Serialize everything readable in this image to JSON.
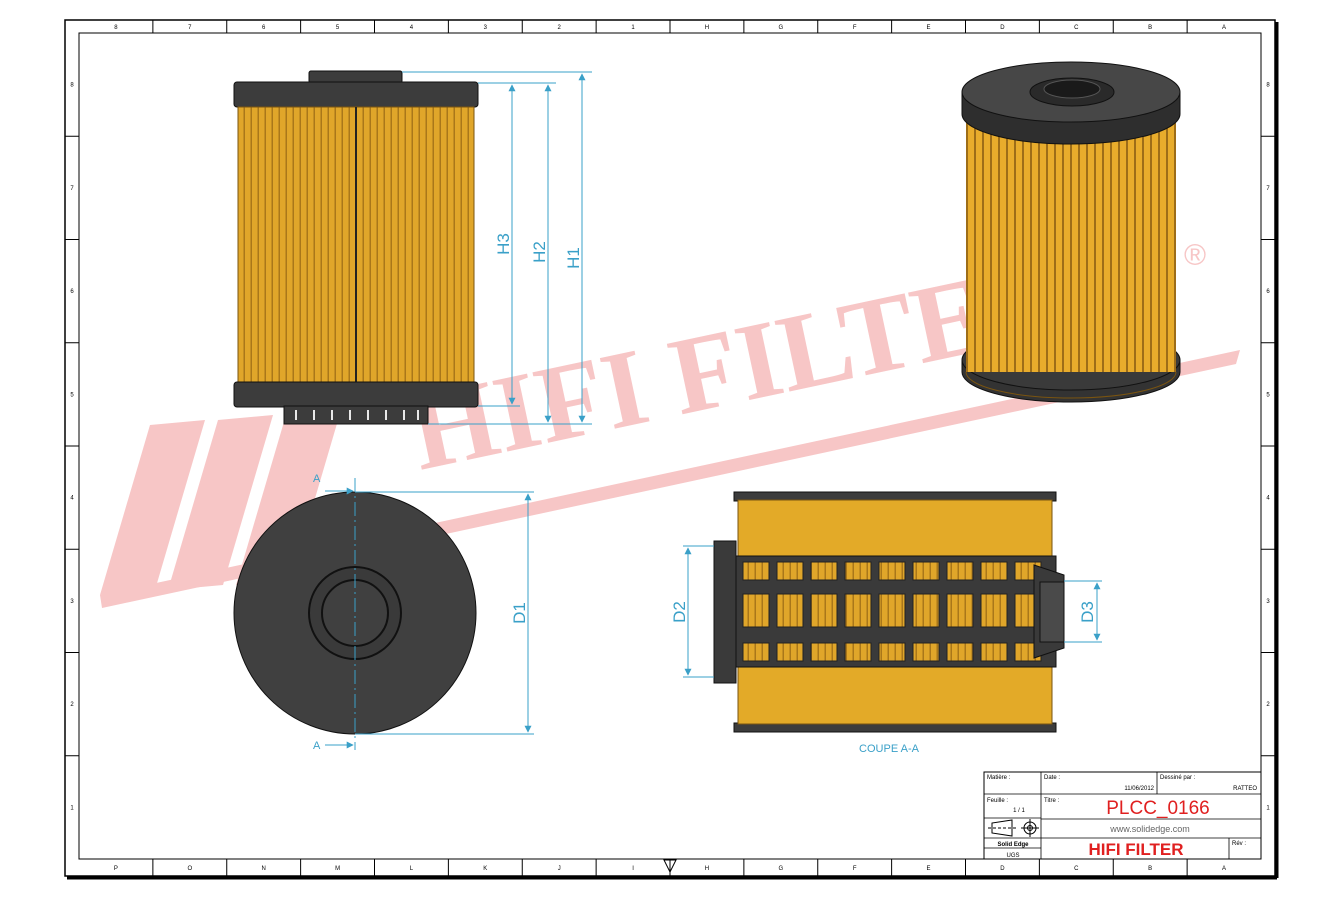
{
  "watermark": {
    "brand": "HIFI FILTER",
    "registered_mark": "®"
  },
  "dimensions": {
    "h1": "H1",
    "h2": "H2",
    "h3": "H3",
    "d1": "D1",
    "d2": "D2",
    "d3": "D3"
  },
  "section": {
    "marker": "A",
    "view_title": "COUPE A-A"
  },
  "border": {
    "top_labels": [
      "8",
      "7",
      "6",
      "5",
      "4",
      "3",
      "2",
      "1",
      "H",
      "G",
      "F",
      "E",
      "D",
      "C",
      "B",
      "A"
    ],
    "bottom_labels": [
      "P",
      "O",
      "N",
      "M",
      "L",
      "K",
      "J",
      "I",
      "H",
      "G",
      "F",
      "E",
      "D",
      "C",
      "B",
      "A"
    ],
    "left_labels": [
      "8",
      "7",
      "6",
      "5",
      "4",
      "3",
      "2",
      "1"
    ],
    "right_labels": [
      "8",
      "7",
      "6",
      "5",
      "4",
      "3",
      "2",
      "1"
    ]
  },
  "title_block": {
    "material_label": "Matière :",
    "date_label": "Date :",
    "date_value": "11/06/2012",
    "drawn_by_label": "Dessiné par :",
    "drawn_by_value": "RATTEO",
    "sheet_label": "Feuille :",
    "sheet_value": "1 / 1",
    "title_label": "Titre :",
    "part_code": "PLCC_0166",
    "website": "www.solidedge.com",
    "software": "Solid Edge",
    "units": "UGS",
    "company": "HIFI FILTER",
    "revision_label": "Rév :"
  },
  "colors": {
    "filter_media": "#e0a62a",
    "end_cap": "#3c3c3c",
    "dimension_line": "#3aa0c8",
    "watermark": "#f7c6c6",
    "title_red": "#e02020"
  }
}
